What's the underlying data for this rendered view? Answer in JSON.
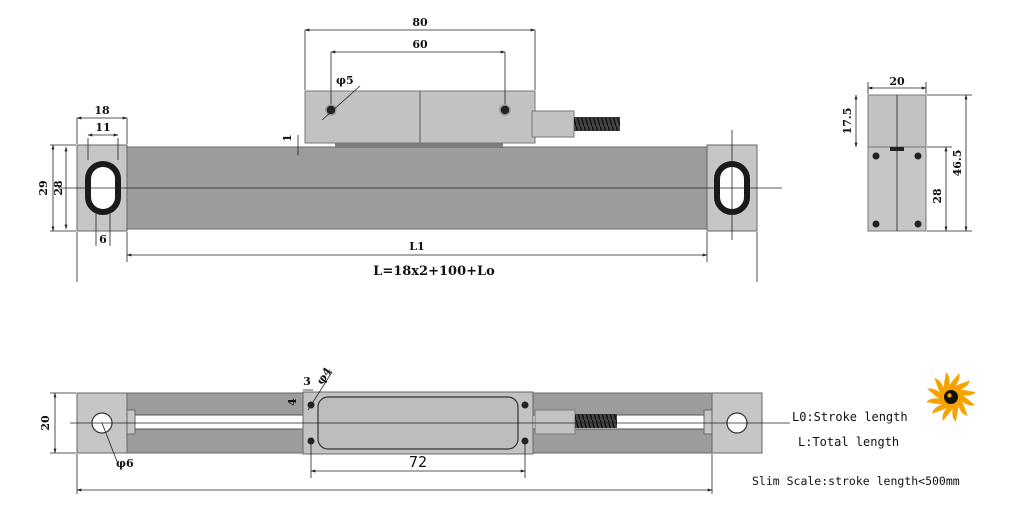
{
  "colors": {
    "body": "#9c9c9c",
    "end_cap": "#c6c6c6",
    "reader_head": "#c2c2c2",
    "slot_ring": "#1a1a1a",
    "cable": "#333333",
    "logo_orange": "#f5a300",
    "logo_dark": "#111111"
  },
  "top_view": {
    "dim_80": "80",
    "dim_60": "60",
    "dim_phi5": "φ5",
    "dim_18": "18",
    "dim_11": "11",
    "dim_1": "1",
    "dim_29": "29",
    "dim_28": "28",
    "dim_6": "6",
    "dim_L1": "L1",
    "formula": "L=18x2+100+Lo"
  },
  "side_view": {
    "dim_20": "20",
    "dim_17_5": "17.5",
    "dim_46_5": "46.5",
    "dim_28": "28"
  },
  "bottom_view": {
    "dim_3": "3",
    "dim_phi4": "φ4",
    "dim_4": "4",
    "dim_20": "20",
    "dim_phi6": "φ6",
    "dim_72": "72"
  },
  "notes": {
    "lo": "L0:Stroke length",
    "l": "L:Total length",
    "slim": "Slim Scale:stroke length<500mm"
  },
  "logo": {
    "icon": "swirl-sun-logo"
  }
}
